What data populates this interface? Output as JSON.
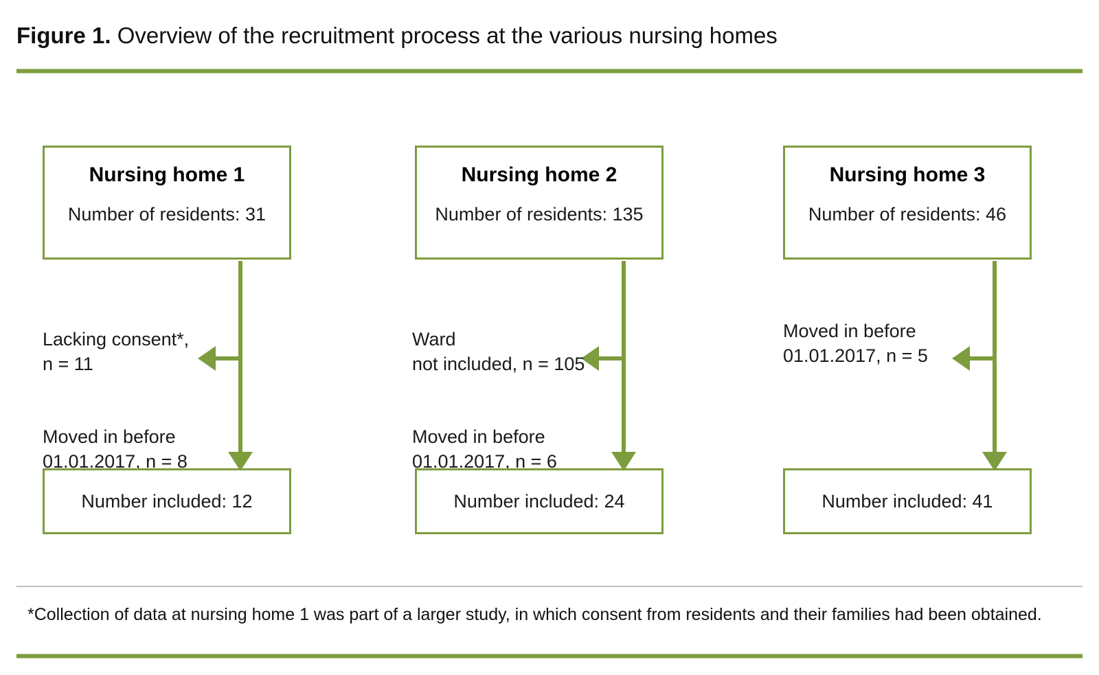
{
  "figure": {
    "label": "Figure 1.",
    "caption": "Overview of the recruitment process at the various nursing homes"
  },
  "colors": {
    "accent_green": "#7d9c3e",
    "rule_grey": "#bfbfbf",
    "box_border": "#7d9c3e",
    "text": "#111111"
  },
  "chart_data": {
    "type": "diagram",
    "title": "Overview of the recruitment process at the various nursing homes",
    "columns": [
      {
        "id": "nursing-home-1",
        "top_box": {
          "title": "Nursing home 1",
          "subtitle": "Number of residents: 31",
          "residents": 31
        },
        "exclusions": [
          {
            "text": "Lacking consent*,\nn = 11",
            "reason": "Lacking consent*",
            "n": 11
          },
          {
            "text": "Moved in before\n01.01.2017, n = 8",
            "reason": "Moved in before 01.01.2017",
            "n": 8
          }
        ],
        "bottom_box": {
          "subtitle": "Number included: 12",
          "included": 12
        }
      },
      {
        "id": "nursing-home-2",
        "top_box": {
          "title": "Nursing home 2",
          "subtitle": "Number of residents: 135",
          "residents": 135
        },
        "exclusions": [
          {
            "text": "Ward\nnot included, n = 105",
            "reason": "Ward not included",
            "n": 105
          },
          {
            "text": "Moved in before\n01.01.2017, n = 6",
            "reason": "Moved in before 01.01.2017",
            "n": 6
          }
        ],
        "bottom_box": {
          "subtitle": "Number included: 24",
          "included": 24
        }
      },
      {
        "id": "nursing-home-3",
        "top_box": {
          "title": "Nursing home 3",
          "subtitle": "Number of residents: 46",
          "residents": 46
        },
        "exclusions": [
          {
            "text": "Moved in before\n01.01.2017, n = 5",
            "reason": "Moved in before 01.01.2017",
            "n": 5
          }
        ],
        "bottom_box": {
          "subtitle": "Number included: 41",
          "included": 41
        }
      }
    ]
  },
  "footnote": "*Collection of data at nursing home 1 was part of a larger study, in which consent from residents and their families had been obtained."
}
